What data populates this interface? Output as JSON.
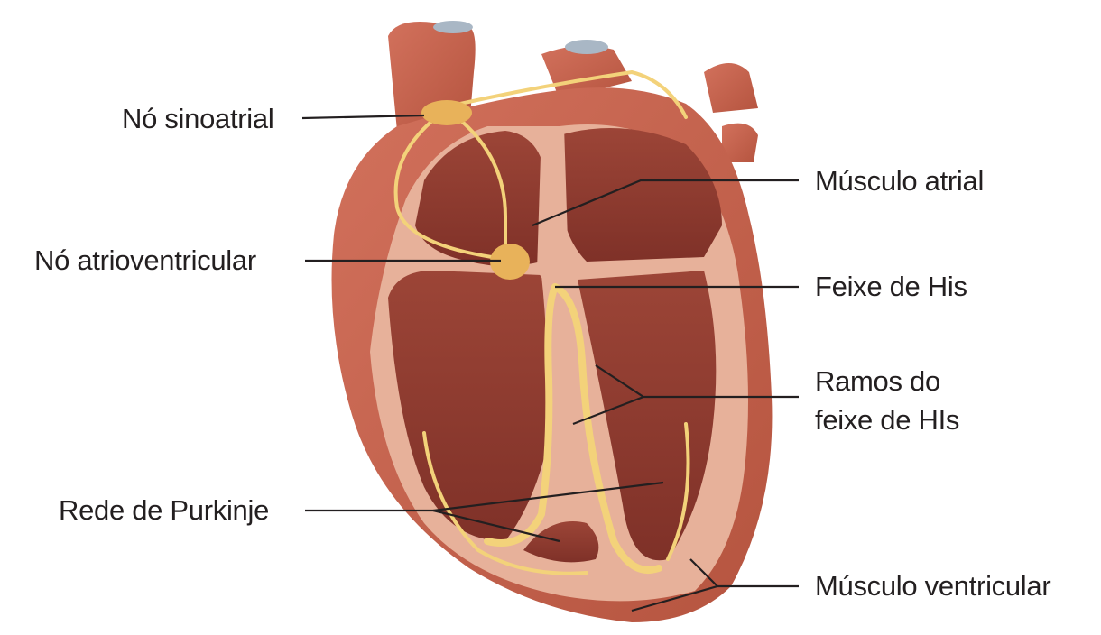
{
  "labels": {
    "sinoatrial": "Nó sinoatrial",
    "atrioventricular": "Nó atrioventricular",
    "purkinje": "Rede de Purkinje",
    "atrial_muscle": "Músculo atrial",
    "his_bundle": "Feixe de His",
    "his_branches_line1": "Ramos do",
    "his_branches_line2": "feixe de HIs",
    "ventricular_muscle": "Músculo ventricular"
  },
  "colors": {
    "heart_outer": "#c8634f",
    "heart_inner": "#a84a3c",
    "chamber_dark": "#8e3a2f",
    "tissue_pink": "#e7b19a",
    "conduction_yellow": "#f3d27a",
    "node_orange": "#e8b25a",
    "leader_line": "#231f20"
  }
}
